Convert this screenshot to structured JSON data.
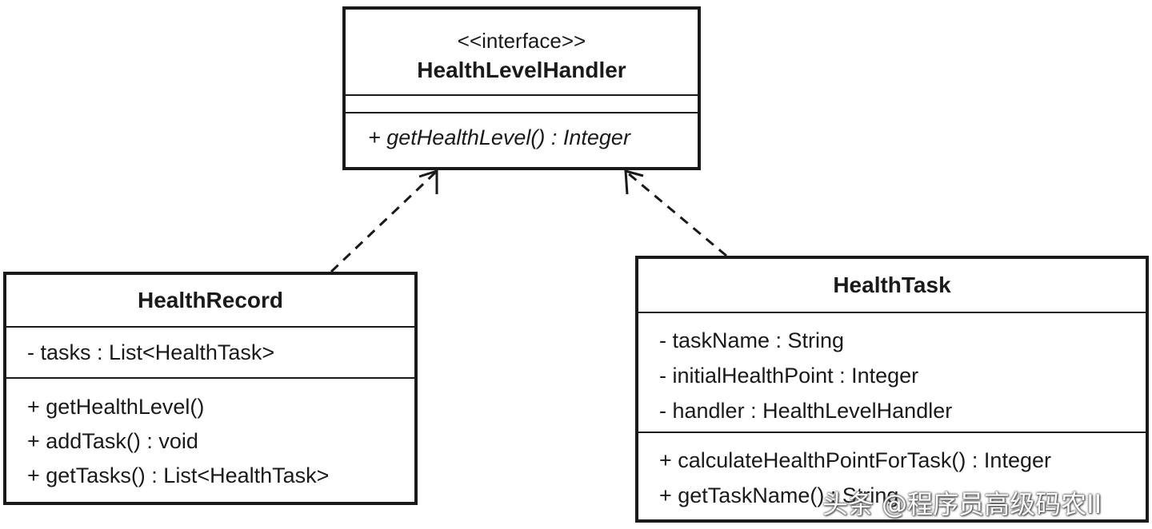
{
  "interface_class": {
    "stereotype": "<<interface>>",
    "name": "HealthLevelHandler",
    "attributes": [],
    "operations": [
      "+ getHealthLevel() : Integer"
    ]
  },
  "record_class": {
    "name": "HealthRecord",
    "attributes": [
      "- tasks : List<HealthTask>"
    ],
    "operations": [
      "+ getHealthLevel()",
      "+ addTask() : void",
      "+ getTasks() : List<HealthTask>"
    ]
  },
  "task_class": {
    "name": "HealthTask",
    "attributes": [
      "- taskName : String",
      "- initialHealthPoint : Integer",
      "- handler : HealthLevelHandler"
    ],
    "operations": [
      "+ calculateHealthPointForTask() : Integer",
      "+ getTaskName() : String"
    ]
  },
  "relations": [
    {
      "from": "HealthRecord",
      "to": "HealthLevelHandler",
      "type": "realization"
    },
    {
      "from": "HealthTask",
      "to": "HealthLevelHandler",
      "type": "realization"
    }
  ],
  "watermark": "头条 @程序员高级码农II"
}
